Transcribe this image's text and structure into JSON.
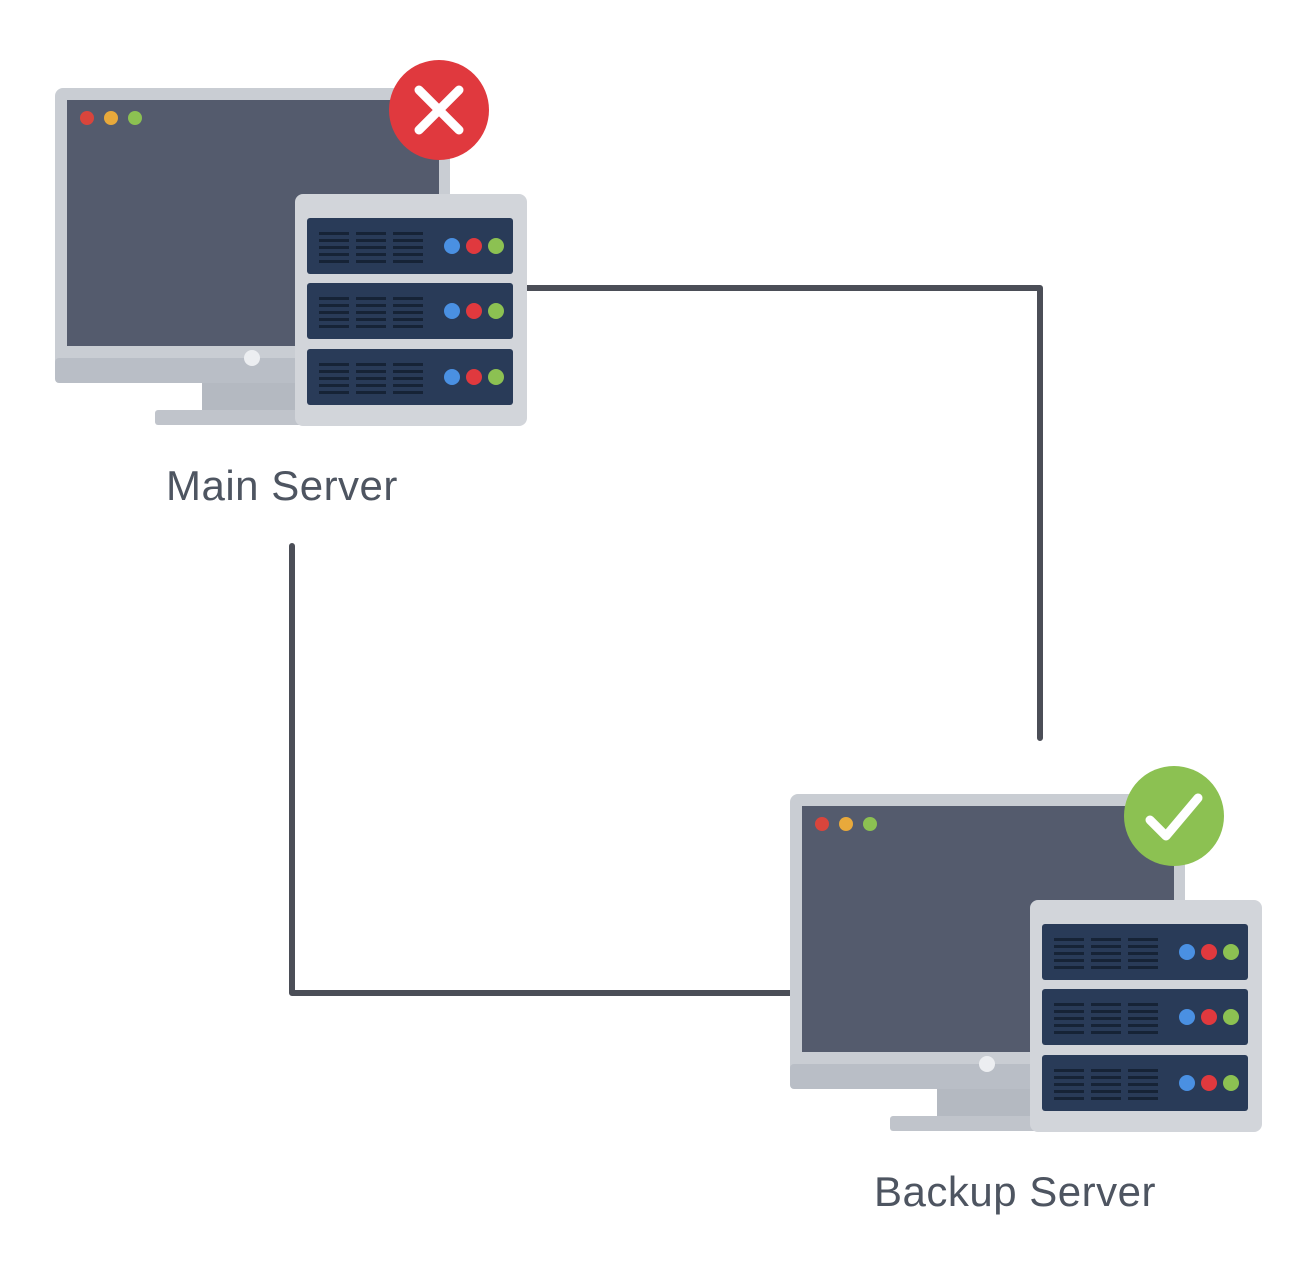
{
  "nodes": {
    "main": {
      "label": "Main Server",
      "status": "down",
      "status_icon": "x-mark-icon",
      "status_color": "#e0393e"
    },
    "backup": {
      "label": "Backup Server",
      "status": "up",
      "status_icon": "checkmark-icon",
      "status_color": "#8cc152"
    }
  },
  "connections": [
    {
      "from": "main",
      "to": "backup",
      "route": "right-then-down"
    },
    {
      "from": "main",
      "to": "backup",
      "route": "down-then-right"
    }
  ],
  "colors": {
    "line": "#4b4e57",
    "screen": "#545b6d",
    "monitor_frame": "#c9cdd3",
    "rack_frame": "#d2d5da",
    "rack_unit": "#293b58",
    "led_blue": "#4a90e2",
    "led_red": "#e0393e",
    "led_green": "#8cc152",
    "dot_red": "#d9453c",
    "dot_orange": "#e8a93b",
    "dot_green": "#8cc152"
  }
}
